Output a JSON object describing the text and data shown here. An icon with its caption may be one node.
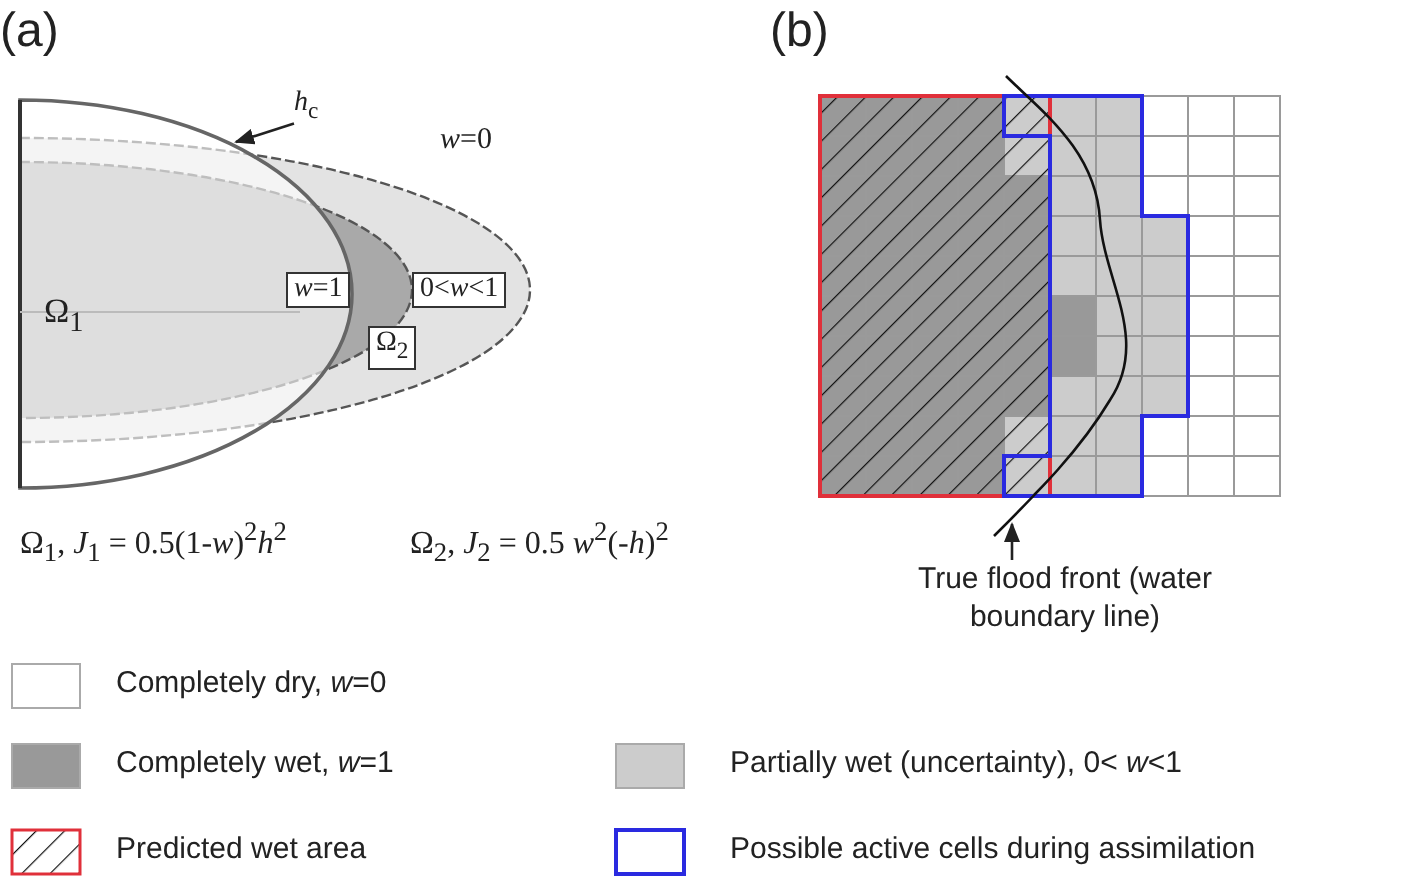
{
  "diagram": {
    "nodes": [
      {
        "text": [
          "*h*$_{c}$"
        ]
      },
      {
        "text": [
          "*w*=1"
        ]
      },
      {
        "text": [
          "0<*w*<1"
        ]
      },
      {
        "text": [
          "Ω$_{2}$"
        ]
      },
      {
        "text": [
          "True flood front (water boundary line)"
        ]
      }
    ],
    "edges": [
      {
        "from": 0,
        "to": null,
        "arrow": "to"
      },
      {
        "from": 4,
        "to": null,
        "arrow": "to"
      }
    ],
    "labels": [
      "(a)",
      "(b)",
      "*w*=0",
      "Ω$_{1}$",
      "Ω$_{1}$, *J*$_{1}$ = 0.5(1-*w*)$^{2}$*h*$^{2}$",
      "Ω$_{2}$, *J*$_{2}$ = 0.5 *w*$^{2}$(-*h*)$^{2}$"
    ],
    "legend": [
      {
        "text": "Completely dry, *w*=0",
        "color": "#ffffff"
      },
      {
        "text": "Completely wet, *w*=1",
        "color": "#999999"
      },
      {
        "text": "Partially wet (uncertainty), 0< *w*<1",
        "color": "#cccccc"
      },
      {
        "text": "Predicted wet area"
      },
      {
        "text": "Possible active cells during assimilation"
      }
    ]
  }
}
